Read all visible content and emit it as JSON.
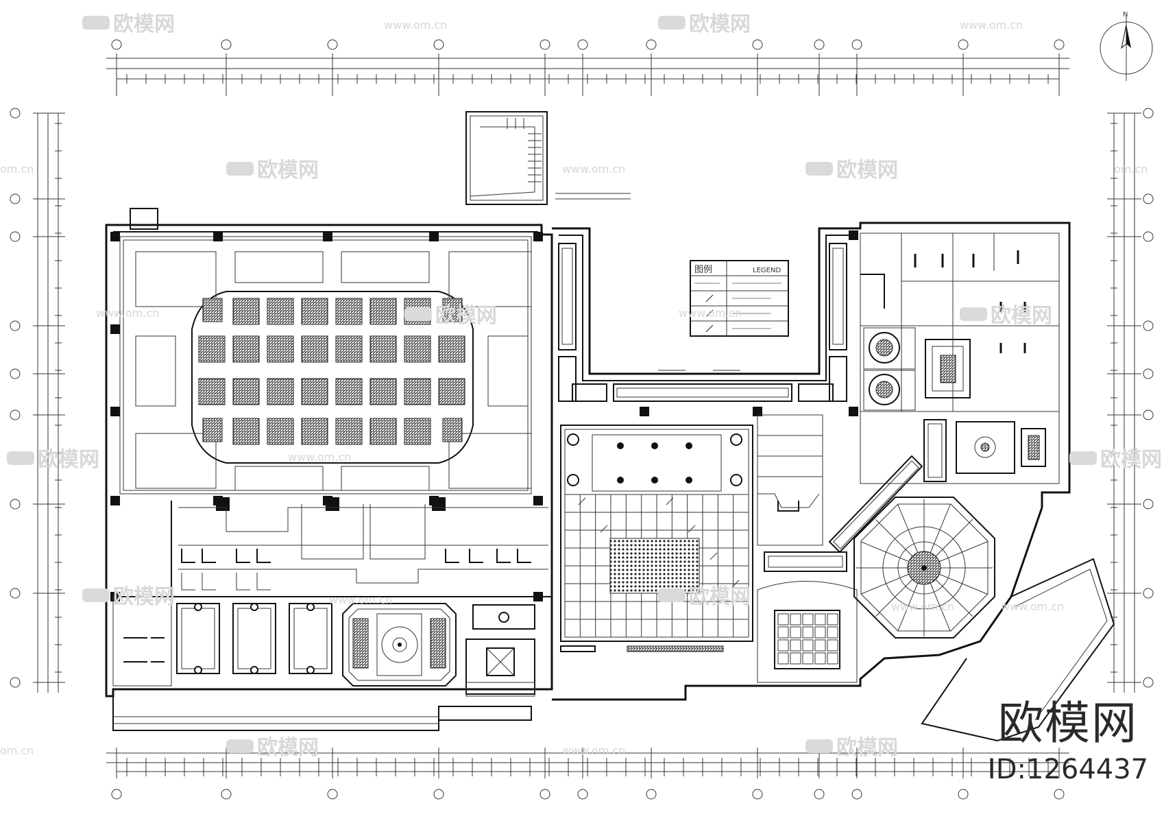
{
  "legend": {
    "header_cn": "图例",
    "header_en": "LEGEND"
  },
  "north_label": "N",
  "watermark": {
    "logo_text": "欧模网",
    "url_text": "www.om.cn",
    "url_fragment": "om.cn"
  },
  "brand": {
    "name": "欧模网",
    "id_text": "ID:1264437"
  }
}
